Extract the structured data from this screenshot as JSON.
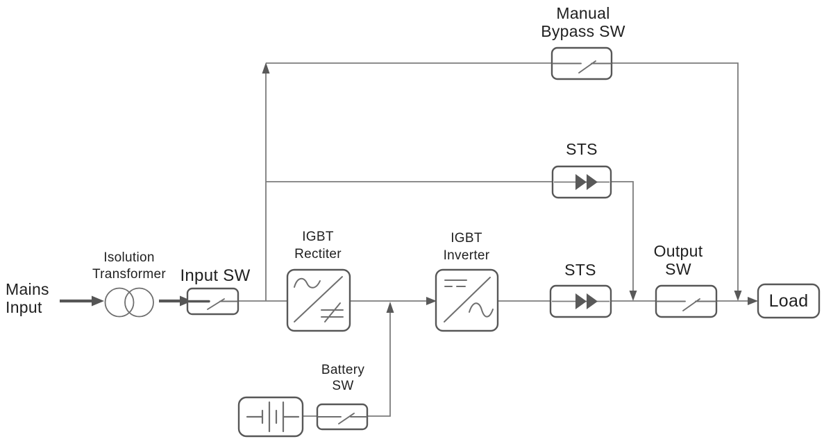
{
  "diagram": {
    "type": "ups-one-line-diagram",
    "background": "#ffffff",
    "line_color": "#7b7b7b",
    "box_border_color": "#575757",
    "arrow_color": "#555555",
    "text_color": "#1f1f1f"
  },
  "labels": {
    "mains_input": "Mains\nInput",
    "isolation_transformer": "Isolution\nTransformer",
    "input_sw": "Input SW",
    "igbt_rectifier": "IGBT\nRectiter",
    "igbt_inverter": "IGBT\nInverter",
    "manual_bypass_sw": "Manual\nBypass SW",
    "sts_upper": "STS",
    "sts_lower": "STS",
    "output_sw": "Output\nSW",
    "battery_sw": "Battery\nSW",
    "load": "Load"
  },
  "icons": {
    "transformer": "two-overlapping-circles",
    "switch": "disconnect-switch-blade",
    "sts": "double-right-triangles",
    "rectifier": "ac-over-slashed-dc",
    "inverter": "dc-over-ac",
    "battery": "battery-cells"
  }
}
